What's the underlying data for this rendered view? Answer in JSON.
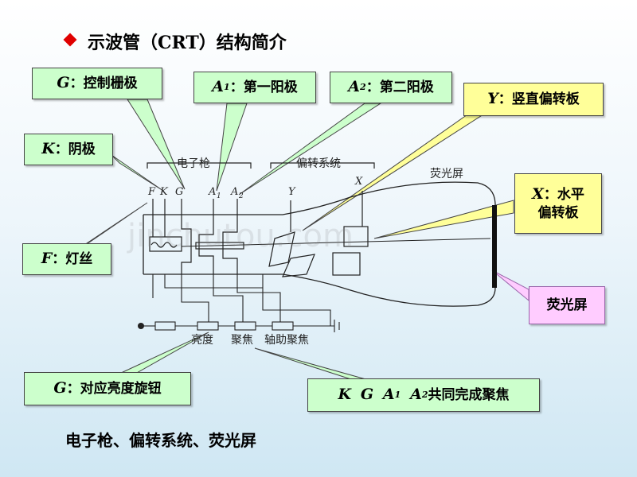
{
  "title": "示波管（CRT）结构简介",
  "callouts": {
    "g_grid": {
      "letter": "G",
      "text": "控制栅极"
    },
    "a1": {
      "letter": "A",
      "sub": "1",
      "text": "第一阳极"
    },
    "a2": {
      "letter": "A",
      "sub": "2",
      "text": "第二阳极"
    },
    "y_plate": {
      "letter": "Y",
      "text": "竖直偏转板"
    },
    "k": {
      "letter": "K",
      "text": "阴极"
    },
    "x_plate": {
      "letter": "X",
      "text": "水平",
      "text2": "偏转板"
    },
    "f": {
      "letter": "F",
      "text": "灯丝"
    },
    "screen": {
      "text": "荧光屏"
    },
    "g_knob": {
      "letter": "G",
      "text": "对应亮度旋钮"
    },
    "kga": {
      "l1": "K",
      "l2": "G",
      "l3": "A",
      "s3": "1",
      "l4": "A",
      "s4": "2",
      "text": "共同完成聚焦"
    }
  },
  "diagram_labels": {
    "gun": "电子枪",
    "deflect": "偏转系统",
    "screen": "荧光屏",
    "f": "F",
    "k": "K",
    "g": "G",
    "a1": "A",
    "a1s": "1",
    "a2": "A",
    "a2s": "2",
    "y": "Y",
    "x": "X",
    "brightness": "亮度",
    "focus": "聚焦",
    "aux_focus": "轴助聚焦"
  },
  "watermark": "jinchutou.com",
  "footer": "电子枪、偏转系统、荧光屏",
  "colors": {
    "green_box": "#ccffcc",
    "yellow_box": "#ffff99",
    "pink_box": "#ffccff",
    "bullet": "#e00000"
  }
}
